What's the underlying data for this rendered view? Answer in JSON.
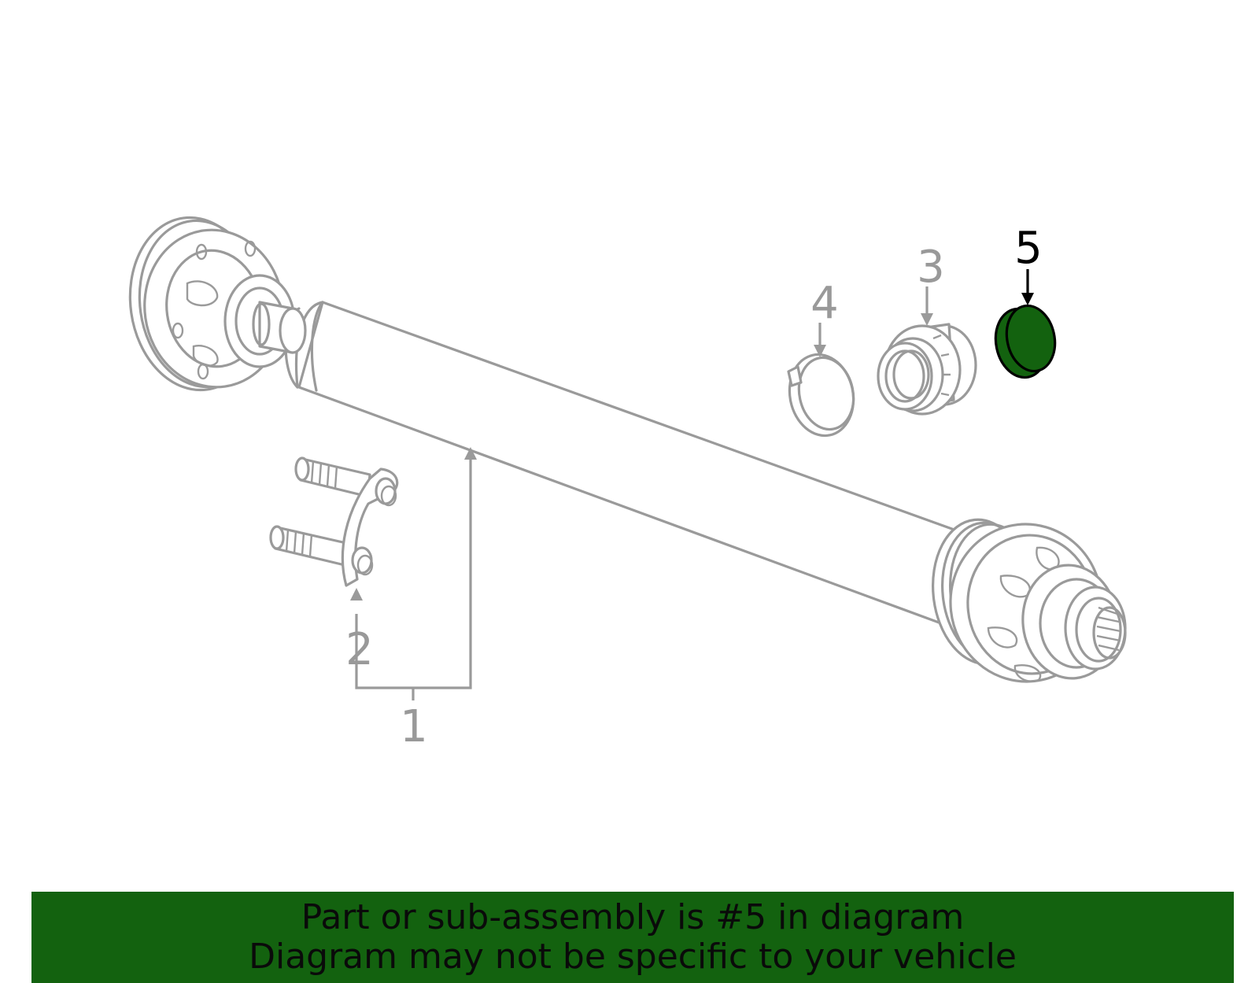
{
  "callouts": {
    "c1": "1",
    "c2": "2",
    "c3": "3",
    "c4": "4",
    "c5": "5"
  },
  "highlight_color": "#13620f",
  "part_line_color": "#9a9a9a",
  "banner": {
    "line1": "Part or sub-assembly is #5 in diagram",
    "line2": "Diagram may not be specific to your vehicle"
  }
}
